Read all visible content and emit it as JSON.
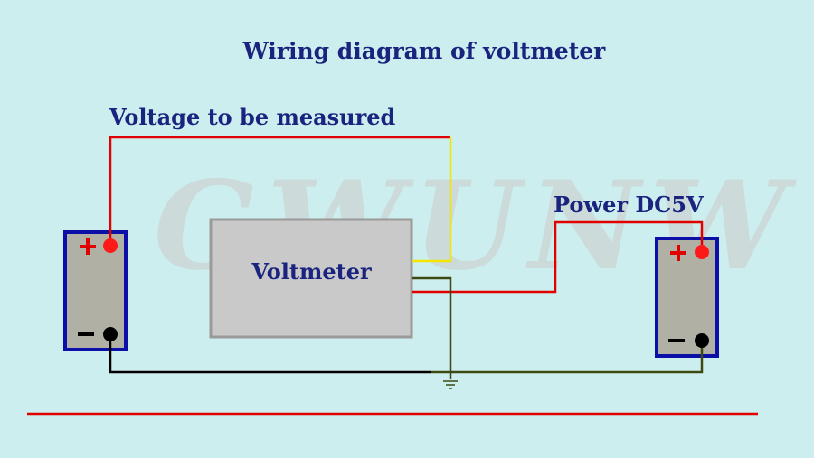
{
  "title": "Wiring diagram of voltmeter",
  "watermark": "GWUNW",
  "labels": {
    "voltage_to_be_measured": "Voltage to be measured",
    "power_supply": "Power DC5V",
    "voltmeter": "Voltmeter"
  },
  "terminals": {
    "positive": "+",
    "negative": "−"
  },
  "colors": {
    "background": "#cdeeee",
    "text": "#1a237e",
    "battery_frame": "#0b0fa8",
    "battery_body": "#b0b0a4",
    "voltmeter_body": "#c9c9c9",
    "voltmeter_border": "#9a9a9a",
    "wire_red": "#e00000",
    "wire_yellow": "#f2e600",
    "wire_ground": "#3c4a12",
    "wire_black": "#000000",
    "terminal_positive": "#ff1a1a",
    "terminal_negative": "#000000"
  }
}
